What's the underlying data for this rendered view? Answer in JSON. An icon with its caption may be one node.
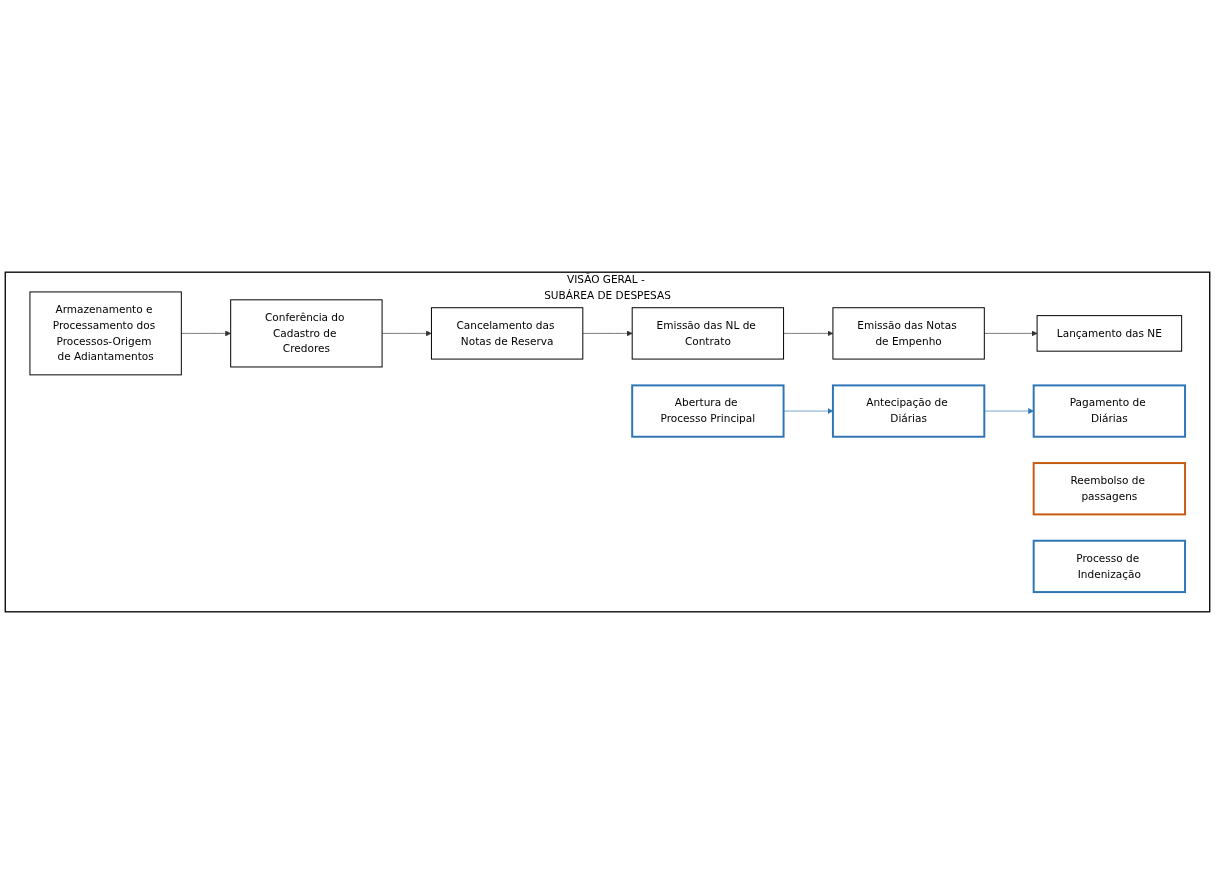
{
  "diagram": {
    "nodes": [
      {
        "text": [
          "VISÃO GERAL - SUBÁREA DE DESPESAS"
        ]
      },
      {
        "text": [
          "Armazenamento e Processamento dos Processos-Origem de Adiantamentos"
        ],
        "in": 0
      },
      {
        "text": [
          "Conferência do Cadastro de Credores"
        ],
        "in": 0
      },
      {
        "text": [
          "Cancelamento das Notas de Reserva"
        ],
        "in": 0
      },
      {
        "text": [
          "Emissão das NL de Contrato"
        ],
        "in": 0
      },
      {
        "text": [
          "Emissão das Notas de Empenho"
        ],
        "in": 0
      },
      {
        "text": [
          "Reembolso de passagens"
        ],
        "in": 0
      },
      {
        "text": [
          "Processo de Indenização"
        ],
        "in": 0
      },
      {
        "text": [
          "Lançamento das NE"
        ],
        "in": 0
      },
      {
        "text": [
          "Abertura de Processo Principal"
        ],
        "in": 0
      },
      {
        "text": [
          "Antecipação de Diárias"
        ],
        "in": 0
      },
      {
        "text": [
          "Pagamento de Diárias"
        ],
        "in": 0
      }
    ],
    "edges": [
      {
        "from": 1,
        "to": 2,
        "arrow": "to"
      },
      {
        "from": 2,
        "to": 3,
        "arrow": "to"
      },
      {
        "from": 3,
        "to": 4,
        "arrow": "to"
      },
      {
        "from": 4,
        "to": 5,
        "arrow": "to"
      },
      {
        "from": 5,
        "to": 8,
        "arrow": "to"
      },
      {
        "from": 9,
        "to": 10,
        "arrow": "to",
        "color": "#2e75b6"
      },
      {
        "from": 10,
        "to": 11,
        "arrow": "to",
        "color": "#2e75b6"
      }
    ]
  }
}
